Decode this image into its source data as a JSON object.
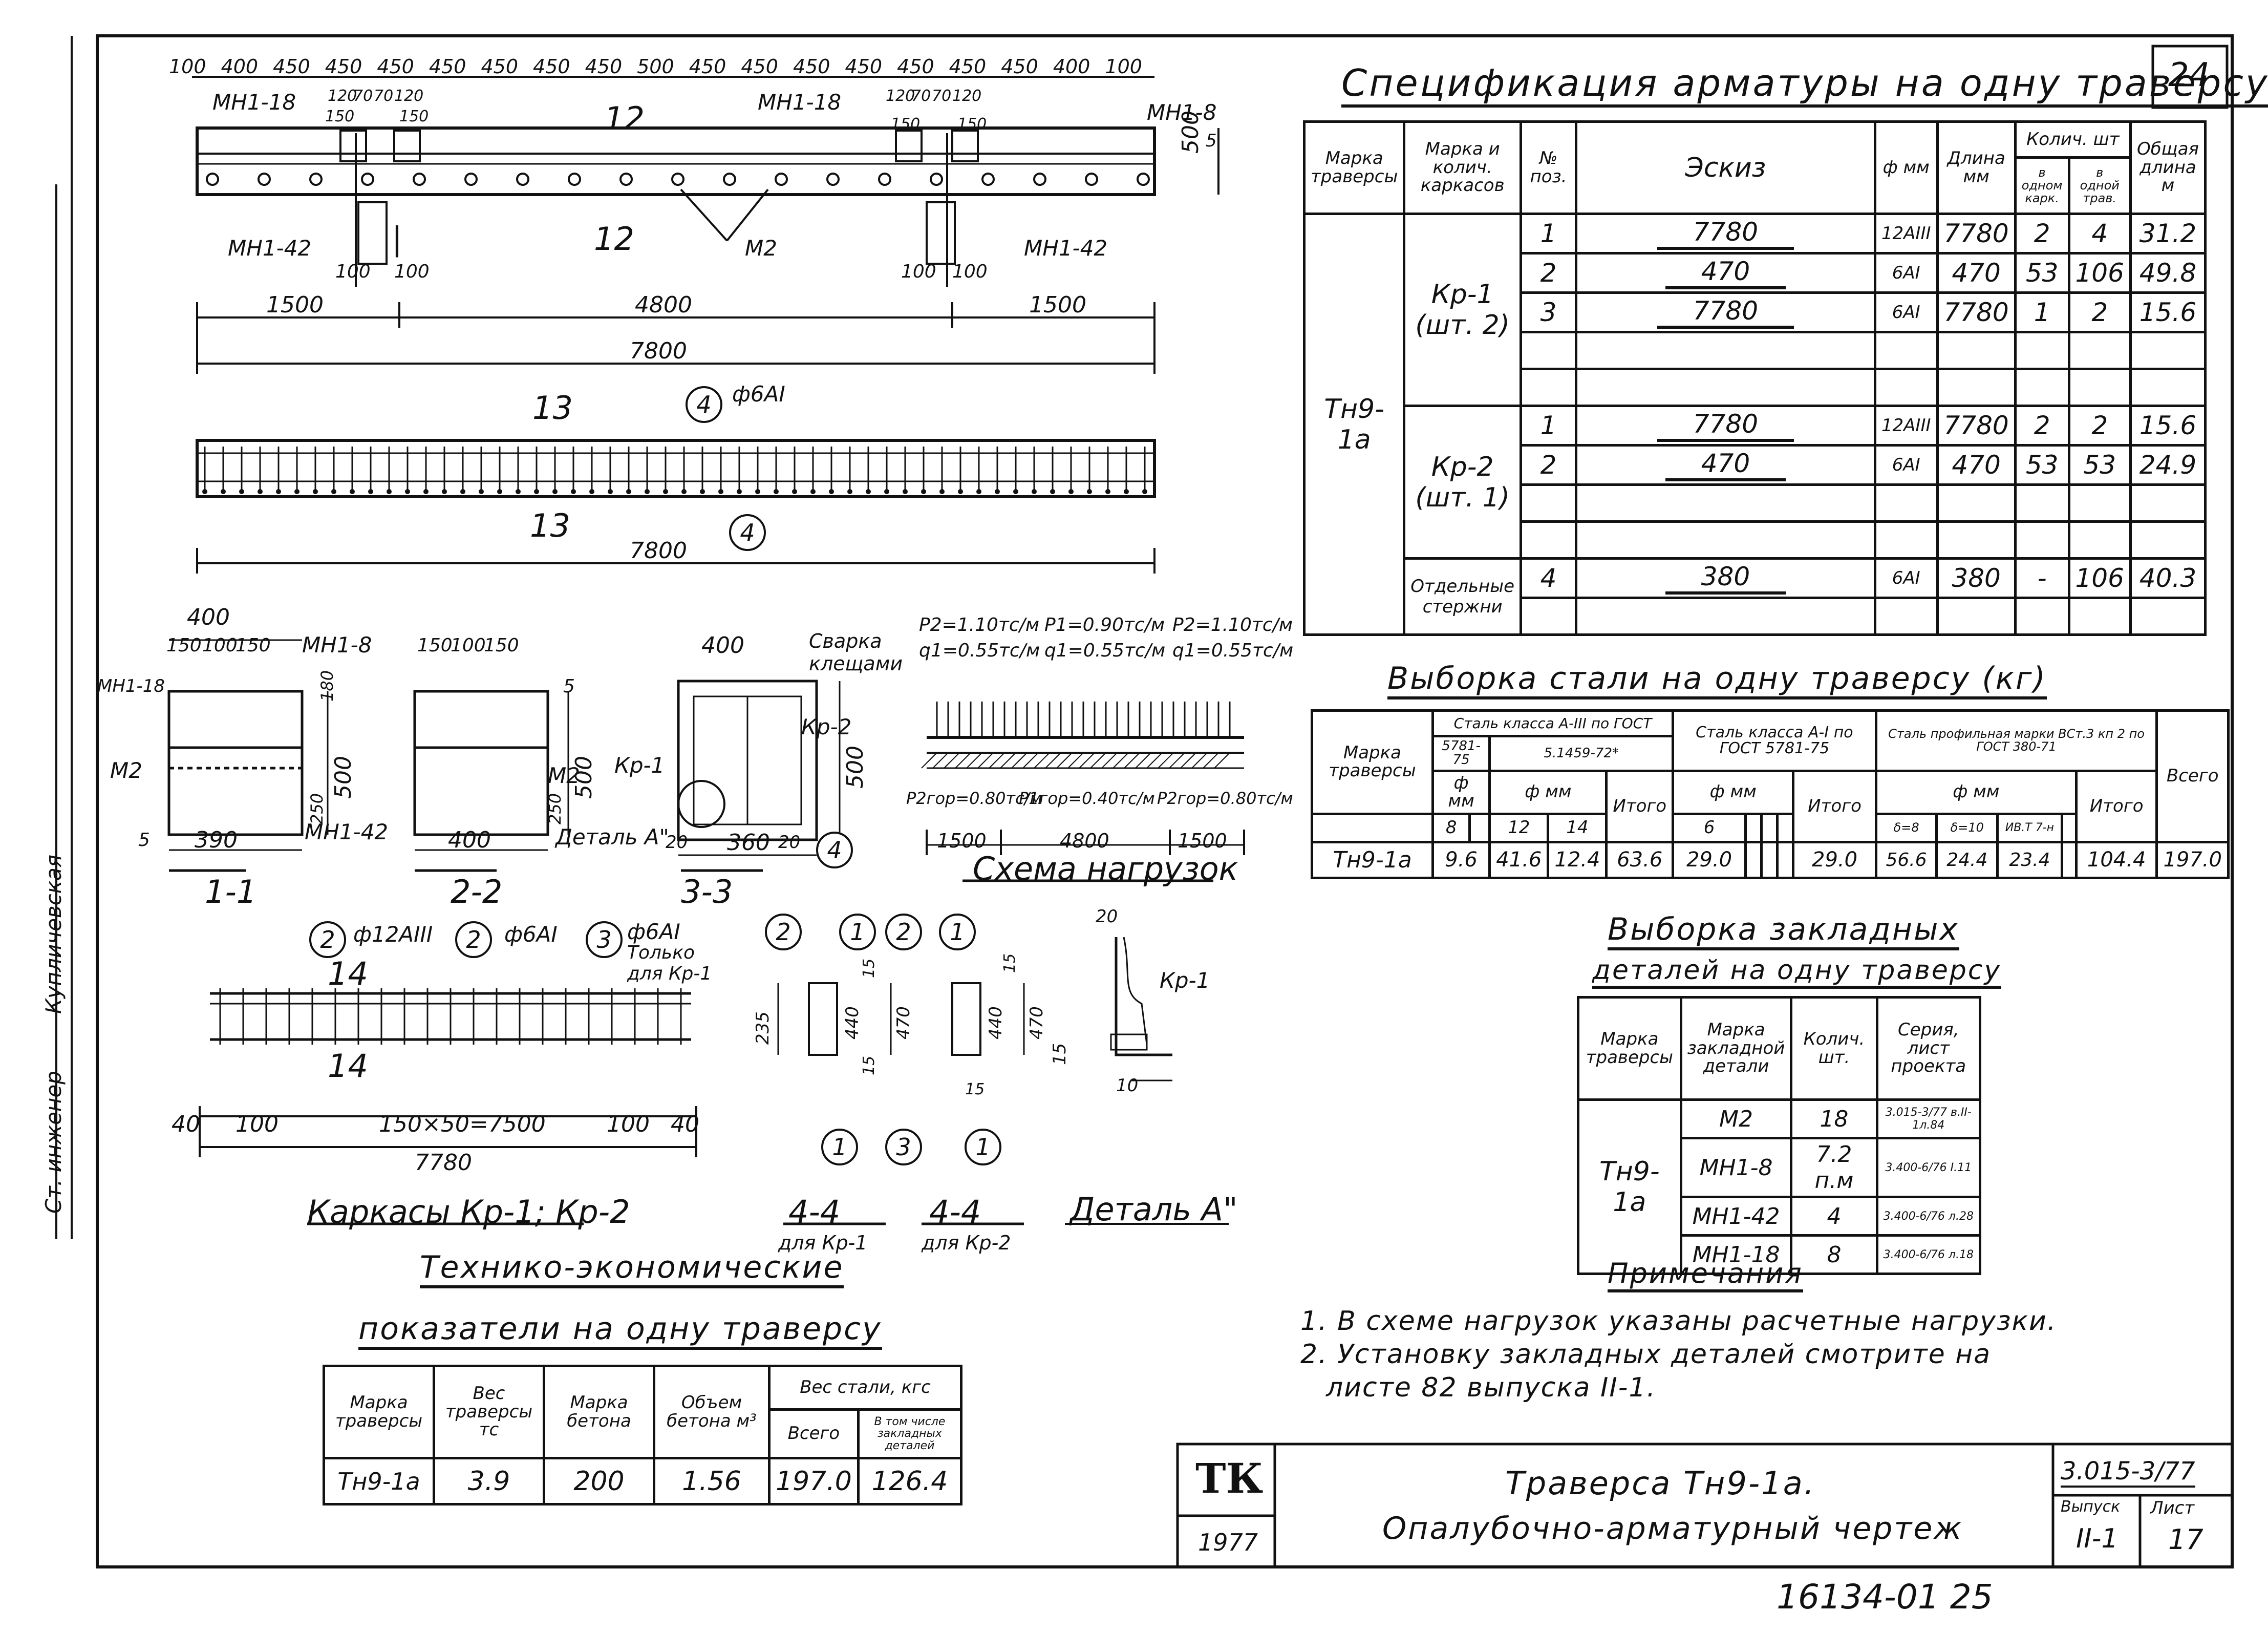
{
  "sheet_number": "24",
  "bottom_code": "16134-01  25",
  "side_labels": {
    "engineer": "Ст. инженер",
    "checker": "Купличевская"
  },
  "title_block": {
    "logo": "ТК",
    "year": "1977",
    "title_line1": "Траверса Тн9-1а.",
    "title_line2": "Опалубочно-арматурный чертеж",
    "series": "3.015-3/77",
    "issue_label": "Выпуск",
    "issue_value": "II-1",
    "sheet_label": "Лист",
    "sheet_value": "17"
  },
  "spec": {
    "title": "Спецификация арматуры на одну траверсу",
    "headers": [
      "Марка траверсы",
      "Марка и колич. каркасов",
      "№ поз.",
      "Эскиз",
      "ф мм",
      "Длина мм",
      "Колич. шт",
      "Общая длина м"
    ],
    "qty_sub": [
      "в одном карк.",
      "в одной трав."
    ],
    "traverse": "Тн9-1а",
    "groups": [
      {
        "frame": "Кр-1",
        "count": "(шт. 2)",
        "rows": [
          {
            "pos": "1",
            "sketch": "7780",
            "dia": "12АIII",
            "len": "7780",
            "q1": "2",
            "q2": "4",
            "total": "31.2"
          },
          {
            "pos": "2",
            "sketch": "470",
            "dia": "6АI",
            "len": "470",
            "q1": "53",
            "q2": "106",
            "total": "49.8"
          },
          {
            "pos": "3",
            "sketch": "7780",
            "dia": "6АI",
            "len": "7780",
            "q1": "1",
            "q2": "2",
            "total": "15.6"
          }
        ]
      },
      {
        "frame": "Кр-2",
        "count": "(шт. 1)",
        "rows": [
          {
            "pos": "1",
            "sketch": "7780",
            "dia": "12АIII",
            "len": "7780",
            "q1": "2",
            "q2": "2",
            "total": "15.6"
          },
          {
            "pos": "2",
            "sketch": "470",
            "dia": "6АI",
            "len": "470",
            "q1": "53",
            "q2": "53",
            "total": "24.9"
          }
        ]
      },
      {
        "frame": "Отдельные стержни",
        "count": "",
        "rows": [
          {
            "pos": "4",
            "sketch": "380",
            "dia": "6АI",
            "len": "380",
            "q1": "-",
            "q2": "106",
            "total": "40.3"
          }
        ]
      }
    ]
  },
  "steel": {
    "title": "Выборка стали на одну траверсу (кг)",
    "h_mark": "Марка траверсы",
    "h_class1": "Сталь класса А-III по ГОСТ",
    "h_gost1a": "5781-75",
    "h_gost1b": "5.1459-72*",
    "h_class2": "Сталь класса А-I по ГОСТ 5781-75",
    "h_class3": "Сталь профильная марки ВСт.3 кп 2 по ГОСТ 380-71",
    "h_dia": "ф мм",
    "h_total": "Итого",
    "h_all": "Всего",
    "dias1": [
      "8",
      "",
      "12",
      "14"
    ],
    "dias2": [
      "6",
      "",
      "",
      ""
    ],
    "dias3": [
      "δ=8",
      "δ=10",
      "ИВ.T 7-н"
    ],
    "row": {
      "mark": "Тн9-1а",
      "v8": "9.6",
      "v12": "41.6",
      "v14": "12.4",
      "sum1": "63.6",
      "v6": "29.0",
      "sum2": "29.0",
      "p1": "56.6",
      "p2": "24.4",
      "p3": "23.4",
      "sum3": "104.4",
      "all": "197.0"
    }
  },
  "embedded": {
    "title1": "Выборка закладных",
    "title2": "деталей на одну траверсу",
    "headers": [
      "Марка траверсы",
      "Марка закладной детали",
      "Колич. шт.",
      "Серия, лист проекта"
    ],
    "traverse": "Тн9-1а",
    "rows": [
      {
        "mark": "М2",
        "qty": "18",
        "ref": "3.015-3/77 в.II-1л.84"
      },
      {
        "mark": "МН1-8",
        "qty": "7.2 п.м",
        "ref": "3.400-6/76 I.11"
      },
      {
        "mark": "МН1-42",
        "qty": "4",
        "ref": "3.400-6/76 л.28"
      },
      {
        "mark": "МН1-18",
        "qty": "8",
        "ref": "3.400-6/76 л.18"
      }
    ]
  },
  "notes": {
    "title": "Примечания",
    "items": [
      "1. В схеме нагрузок указаны расчетные нагрузки.",
      "2. Установку закладных деталей смотрите на",
      "листе 82 выпуска II-1."
    ]
  },
  "tep": {
    "title1": "Технико-экономические",
    "title2": "показатели на одну траверсу",
    "headers": [
      "Марка траверсы",
      "Вес траверсы тс",
      "Марка бетона",
      "Объем бетона м³",
      "Вес стали, кгс"
    ],
    "sub": [
      "Всего",
      "В том числе закладных деталей"
    ],
    "row": {
      "mark": "Тн9-1а",
      "weight": "3.9",
      "concrete": "200",
      "volume": "1.56",
      "steel": "197.0",
      "embedded": "126.4"
    }
  },
  "drawings": {
    "top_dims": [
      "100",
      "400",
      "450",
      "450",
      "450",
      "450",
      "450",
      "450",
      "450",
      "500",
      "450",
      "450",
      "450",
      "450",
      "450",
      "450",
      "450",
      "400",
      "100"
    ],
    "mark_mn1_18": "МН1-18",
    "mark_mn1_8": "МН1-8",
    "mark_mn1_42": "МН1-42",
    "mark_m2": "М2",
    "small_dims": [
      "120",
      "70",
      "70",
      "120",
      "150",
      "150"
    ],
    "height_500": "500",
    "dim_5": "5",
    "dim_100": "100",
    "dim_1500": "1500",
    "dim_4800": "4800",
    "dim_7800": "7800",
    "sec12": "12",
    "sec13": "13",
    "sec14": "14",
    "rebar_6ai": "ф6АI",
    "rebar_12aiii": "ф12АIII",
    "only_kr1": "Только для Кр-1",
    "pos": [
      "1",
      "2",
      "3",
      "4"
    ],
    "s1_dims": [
      "400",
      "150",
      "100",
      "150",
      "180",
      "500",
      "250",
      "5",
      "390"
    ],
    "s2_dims": [
      "150",
      "100",
      "150",
      "500",
      "250",
      "400"
    ],
    "s3_dims": [
      "400",
      "500",
      "20",
      "360",
      "20"
    ],
    "s3_weld": "Сварка клещами",
    "s3_kr2": "Кр-2",
    "s3_kr1": "Кр-1",
    "detail_a": "Деталь А\"",
    "section_1": "1-1",
    "section_2": "2-2",
    "section_3": "3-3",
    "loads": {
      "p2_left": "Р2=1.10тс/м",
      "q_left": "q1=0.55тс/м",
      "p1": "Р1=0.90тс/м",
      "q_mid": "q1=0.55тс/м",
      "p2_right": "Р2=1.10тс/м",
      "q_right": "q1=0.55тс/м",
      "b_left": "Р2гор=0.80тс/м",
      "b_mid": "Р1гор=0.40тс/м",
      "b_right": "Р2гор=0.80тс/м",
      "d1": "1500",
      "d2": "4800",
      "d3": "1500",
      "caption": "Схема нагрузок"
    },
    "frames_dims": [
      "40",
      "100",
      "150×50=7500",
      "100",
      "40"
    ],
    "frames_total": "7780",
    "frames_caption": "Каркасы Кр-1; Кр-2",
    "s4_dims": [
      "235",
      "15",
      "440",
      "470",
      "15"
    ],
    "s4b_dims": [
      "440",
      "15",
      "470",
      "15"
    ],
    "s4_caption": "4-4",
    "s4_for1": "для Кр-1",
    "s4_for2": "для Кр-2",
    "da_dims": [
      "20",
      "15",
      "10"
    ],
    "da_kr1": "Кр-1",
    "da_caption": "Деталь А\""
  }
}
